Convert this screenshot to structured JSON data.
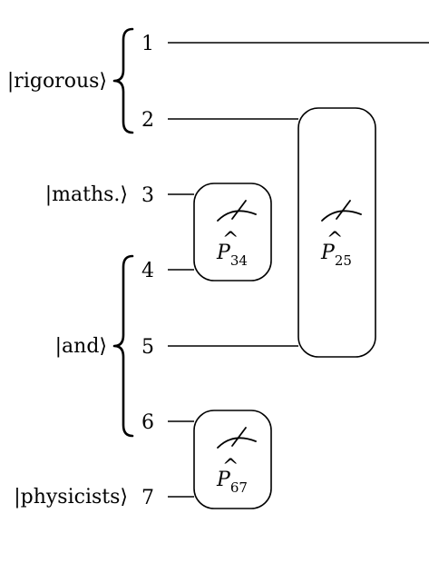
{
  "registers": [
    {
      "label": "|rigorous⟩"
    },
    {
      "label": "|maths.⟩"
    },
    {
      "label": "|and⟩"
    },
    {
      "label": "|physicists⟩"
    }
  ],
  "wires": [
    {
      "number": "1"
    },
    {
      "number": "2"
    },
    {
      "number": "3"
    },
    {
      "number": "4"
    },
    {
      "number": "5"
    },
    {
      "number": "6"
    },
    {
      "number": "7"
    }
  ],
  "measurements": [
    {
      "symbol": "P",
      "hat": "^",
      "subscript": "34"
    },
    {
      "symbol": "P",
      "hat": "^",
      "subscript": "25"
    },
    {
      "symbol": "P",
      "hat": "^",
      "subscript": "67"
    }
  ],
  "colors": {
    "ink": "#000000",
    "background": "#ffffff"
  },
  "icons": [
    "measurement-meter-icon"
  ]
}
